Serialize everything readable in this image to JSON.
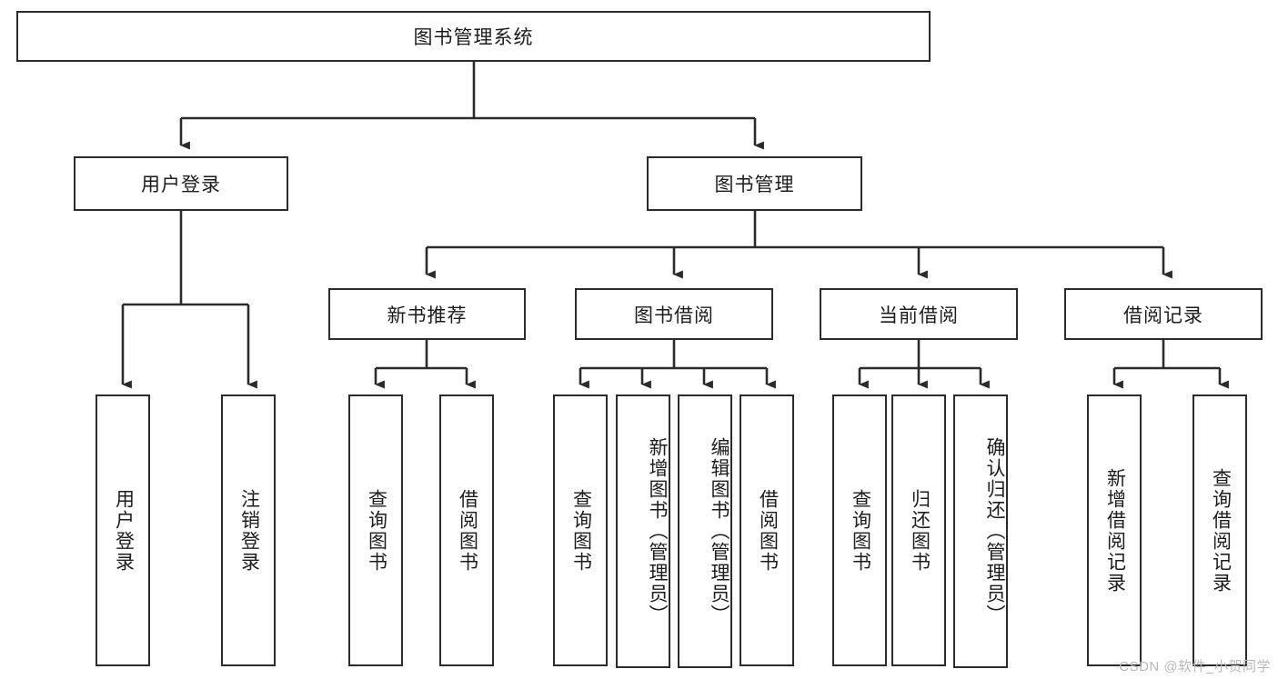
{
  "diagram": {
    "type": "tree-hierarchy",
    "title": "图书管理系统",
    "watermark": "CSDN @软件_小贺同学",
    "levels": [
      {
        "level": 1,
        "nodes": [
          {
            "id": "root",
            "label": "图书管理系统",
            "orientation": "horizontal"
          }
        ]
      },
      {
        "level": 2,
        "nodes": [
          {
            "id": "login",
            "label": "用户登录",
            "orientation": "horizontal",
            "parent": "root"
          },
          {
            "id": "bookmgmt",
            "label": "图书管理",
            "orientation": "horizontal",
            "parent": "root"
          }
        ]
      },
      {
        "level": 3,
        "nodes": [
          {
            "id": "newbook",
            "label": "新书推荐",
            "orientation": "horizontal",
            "parent": "bookmgmt"
          },
          {
            "id": "borrow",
            "label": "图书借阅",
            "orientation": "horizontal",
            "parent": "bookmgmt"
          },
          {
            "id": "current",
            "label": "当前借阅",
            "orientation": "horizontal",
            "parent": "bookmgmt"
          },
          {
            "id": "records",
            "label": "借阅记录",
            "orientation": "horizontal",
            "parent": "bookmgmt"
          }
        ]
      },
      {
        "level": 4,
        "nodes": [
          {
            "id": "leaf1",
            "label": "用户登录",
            "orientation": "vertical",
            "parent": "login"
          },
          {
            "id": "leaf2",
            "label": "注销登录",
            "orientation": "vertical",
            "parent": "login"
          },
          {
            "id": "leaf3",
            "label": "查询图书",
            "orientation": "vertical",
            "parent": "newbook"
          },
          {
            "id": "leaf4",
            "label": "借阅图书",
            "orientation": "vertical",
            "parent": "newbook"
          },
          {
            "id": "leaf5",
            "label": "查询图书",
            "orientation": "vertical",
            "parent": "borrow"
          },
          {
            "id": "leaf6",
            "label": "新增图书（管理员）",
            "orientation": "vertical",
            "parent": "borrow"
          },
          {
            "id": "leaf7",
            "label": "编辑图书（管理员）",
            "orientation": "vertical",
            "parent": "borrow"
          },
          {
            "id": "leaf8",
            "label": "借阅图书",
            "orientation": "vertical",
            "parent": "borrow"
          },
          {
            "id": "leaf9",
            "label": "查询图书",
            "orientation": "vertical",
            "parent": "current"
          },
          {
            "id": "leaf10",
            "label": "归还图书",
            "orientation": "vertical",
            "parent": "current"
          },
          {
            "id": "leaf11",
            "label": "确认归还（管理员）",
            "orientation": "vertical",
            "parent": "current"
          },
          {
            "id": "leaf12",
            "label": "新增借阅记录",
            "orientation": "vertical",
            "parent": "records"
          },
          {
            "id": "leaf13",
            "label": "查询借阅记录",
            "orientation": "vertical",
            "parent": "records"
          }
        ]
      }
    ],
    "colors": {
      "stroke": "#2b2b2b",
      "fill": "#ffffff",
      "text": "#1c1c1c",
      "watermark": "#b9b9b9"
    }
  }
}
